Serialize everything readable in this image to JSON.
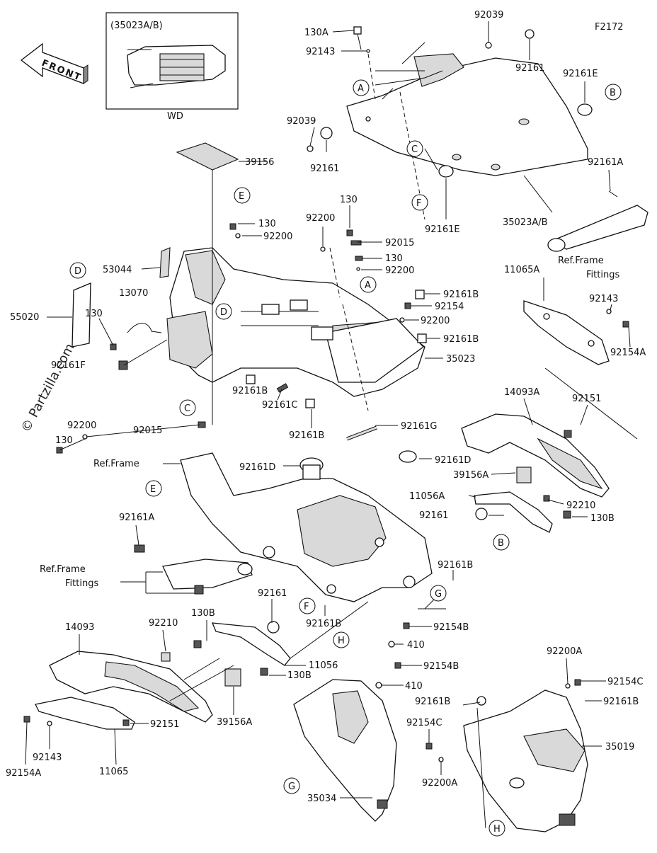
{
  "diagram_code": "F2172",
  "watermark": "© Partzilla.com",
  "front_arrow": "FRONT",
  "inset": {
    "title": "(35023A/B)",
    "caption": "WD"
  },
  "ref_circles": [
    "A",
    "A",
    "B",
    "B",
    "C",
    "C",
    "D",
    "D",
    "E",
    "E",
    "F",
    "F",
    "G",
    "G",
    "H",
    "H"
  ],
  "labels": {
    "l130A": "130A",
    "l92039a": "92039",
    "l92143a": "92143",
    "l92161a": "92161",
    "l92161Ea": "92161E",
    "l92039b": "92039",
    "l92161b": "92161",
    "l39156": "39156",
    "l92161Aa": "92161A",
    "l92161Eb": "92161E",
    "l35023AB": "35023A/B",
    "lRefFrameFittingsA1": "Ref.Frame",
    "lRefFrameFittingsA2": "Fittings",
    "l130a": "130",
    "l92200a": "92200",
    "l92200b": "92200",
    "l130b": "130",
    "l92015a": "92015",
    "l130c": "130",
    "l92200c": "92200",
    "l53044": "53044",
    "l11065A": "11065A",
    "l13070": "13070",
    "l92161Ba": "92161B",
    "l92154a": "92154",
    "l92200d": "92200",
    "l92143b": "92143",
    "l55020": "55020",
    "l130d": "130",
    "l92161Bb": "92161B",
    "l92154Aa": "92154A",
    "l92161Fa": "92161F",
    "l35023": "35023",
    "l92161Bc": "92161B",
    "l92161C": "92161C",
    "l92161Bd": "92161B",
    "l92161G": "92161G",
    "l14093A": "14093A",
    "l92151a": "92151",
    "l92200e": "92200",
    "l130e": "130",
    "l92015b": "92015",
    "lRefFrame": "Ref.Frame",
    "l92161Da": "92161D",
    "l92161Db": "92161D",
    "l39156A": "39156A",
    "l11056A": "11056A",
    "l92161c": "92161",
    "l92210a": "92210",
    "l130Ba": "130B",
    "l92161Ab": "92161A",
    "lRefFrameFittingsB1": "Ref.Frame",
    "lRefFrameFittingsB2": "Fittings",
    "l92161Be": "92161B",
    "l92161d": "92161",
    "l130Bb": "130B",
    "l92210b": "92210",
    "l14093": "14093",
    "l11056": "11056",
    "l130Bc": "130B",
    "l92161Bf": "92161B",
    "l92154Ba": "92154B",
    "l410a": "410",
    "l92154Bb": "92154B",
    "l410b": "410",
    "l92200Aa": "92200A",
    "l92154Ca": "92154C",
    "l92161Bg": "92161B",
    "l39156Ab": "39156A",
    "l92151b": "92151",
    "l92143c": "92143",
    "l92154Ab": "92154A",
    "l11065": "11065",
    "l92154Cb": "92154C",
    "l35019": "35019",
    "l92200Ab": "92200A",
    "l35034": "35034"
  }
}
